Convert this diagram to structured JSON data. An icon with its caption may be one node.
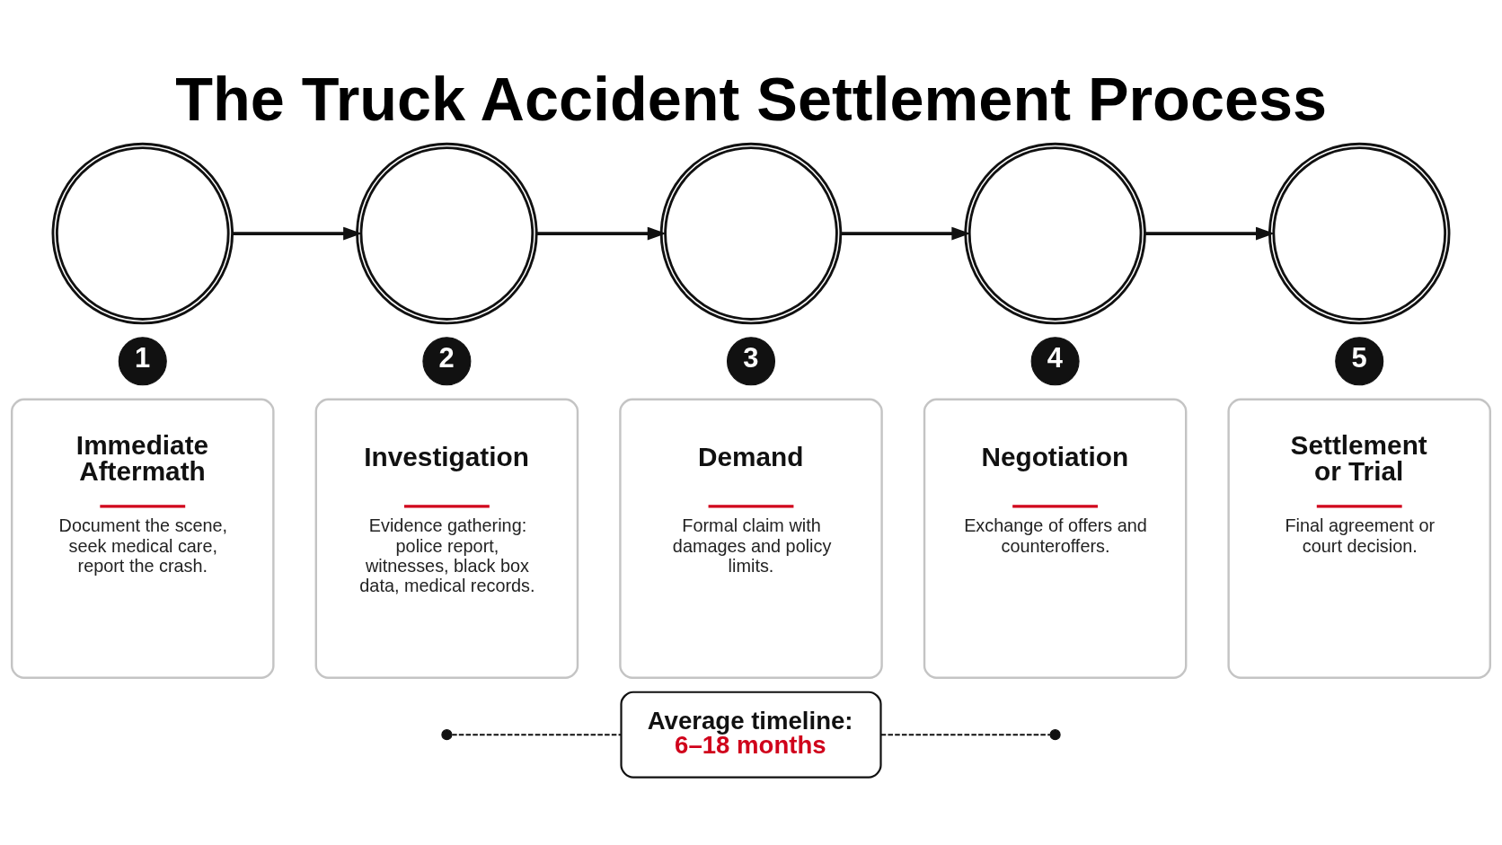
{
  "diagram": {
    "title": "The Truck Accident Settlement Process",
    "nodes": [
      {
        "text": [],
        "shape": "circle"
      },
      {
        "text": [],
        "shape": "circle"
      },
      {
        "text": [],
        "shape": "circle"
      },
      {
        "text": [],
        "shape": "circle"
      },
      {
        "text": [],
        "shape": "circle"
      },
      {
        "text": [
          "1"
        ]
      },
      {
        "text": [
          "Immediate Aftermath",
          "Document the scene, seek medical care, report the crash."
        ]
      },
      {
        "text": [
          "2"
        ]
      },
      {
        "text": [
          "Investigation",
          "Evidence gathering: police report, witnesses, black box data, medical records."
        ]
      },
      {
        "text": [
          "3"
        ]
      },
      {
        "text": [
          "Demand",
          "Formal claim with damages and policy limits."
        ]
      },
      {
        "text": [
          "4"
        ]
      },
      {
        "text": [
          "Negotiation",
          "Exchange of offers and counteroffers."
        ]
      },
      {
        "text": [
          "5"
        ]
      },
      {
        "text": [
          "Settlement or Trial",
          "Final agreement or court decision."
        ]
      },
      {
        "text": [],
        "shape": "circle"
      },
      {
        "text": [
          "Average timeline:",
          "6–18 months"
        ]
      },
      {
        "text": [],
        "shape": "circle"
      }
    ],
    "edges": [
      {
        "from": 0,
        "to": 1,
        "arrow": "to"
      },
      {
        "from": 1,
        "to": 2,
        "arrow": "to"
      },
      {
        "from": 2,
        "to": 3,
        "arrow": "to"
      },
      {
        "from": 3,
        "to": 4,
        "arrow": "to"
      },
      {
        "from": 15,
        "to": 16,
        "arrow": "none",
        "style": "dashed"
      },
      {
        "from": 16,
        "to": 17,
        "arrow": "none",
        "style": "dashed"
      }
    ]
  }
}
